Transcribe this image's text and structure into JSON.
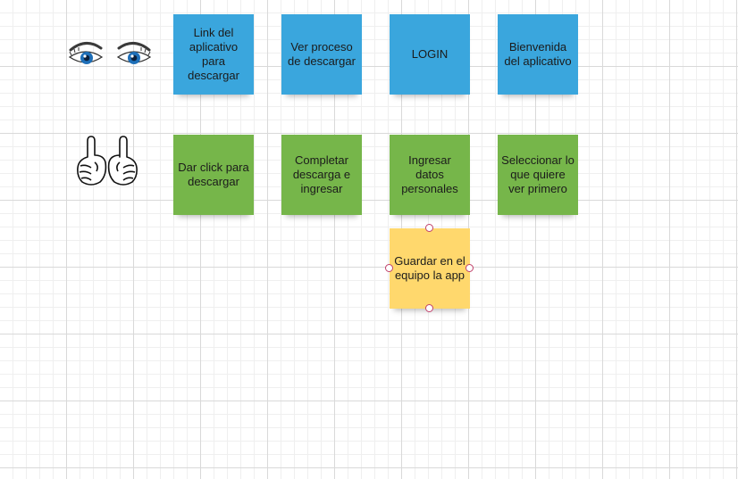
{
  "canvas": {
    "grid": "on"
  },
  "icons": {
    "eyes": "eyes-icon",
    "hands": "thumbs-up-hands-icon"
  },
  "colors": {
    "blue": "#3aa6dd",
    "green": "#76b64a",
    "yellow": "#ffd86d",
    "handle": "#c0406a"
  },
  "notes": {
    "row1": [
      {
        "text": "Link del aplicativo para descargar",
        "color": "blue"
      },
      {
        "text": "Ver proceso de descargar",
        "color": "blue"
      },
      {
        "text": "LOGIN",
        "color": "blue"
      },
      {
        "text": "Bienvenida del aplicativo",
        "color": "blue"
      }
    ],
    "row2": [
      {
        "text": "Dar click para descargar",
        "color": "green"
      },
      {
        "text": "Completar descarga e ingresar",
        "color": "green"
      },
      {
        "text": "Ingresar datos personales",
        "color": "green"
      },
      {
        "text": "Seleccionar lo que quiere ver primero",
        "color": "green"
      }
    ],
    "row3": [
      {
        "text": "Guardar en el equipo la app",
        "color": "yellow",
        "selected": true
      }
    ]
  }
}
